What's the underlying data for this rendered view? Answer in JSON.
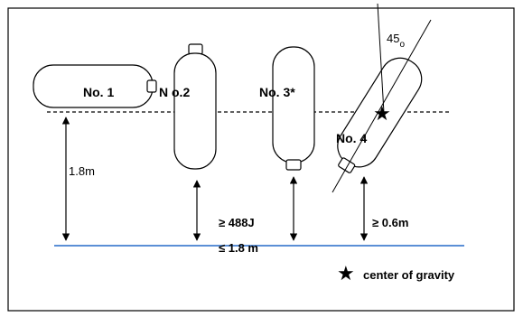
{
  "cylinders": {
    "no1_label": "No. 1",
    "no2_label": "N o.2",
    "no3_label": "No. 3*",
    "no4_label": "No. 4"
  },
  "measurements": {
    "height_label": "1.8m",
    "energy_label": "≥ 488J",
    "max_height_label": "≤ 1.8 m",
    "min_clearance_label": "≥ 0.6m",
    "angle_label": "45",
    "angle_unit": "o"
  },
  "legend": {
    "star_icon": "★",
    "cog_label": "center of gravity"
  },
  "colors": {
    "ground_line": "#5b8fd6",
    "outline": "#000000",
    "background": "#ffffff"
  }
}
